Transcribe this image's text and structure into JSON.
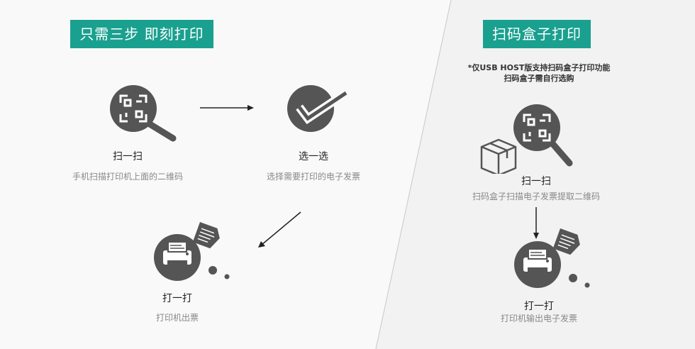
{
  "left_panel": {
    "title": "只需三步 即刻打印",
    "steps": [
      {
        "label": "扫一扫",
        "desc": "手机扫描打印机上面的二维码",
        "icon": "scan-qr-icon"
      },
      {
        "label": "选一选",
        "desc": "选择需要打印的电子发票",
        "icon": "checkmark-icon"
      },
      {
        "label": "打一打",
        "desc": "打印机出票",
        "icon": "printer-icon"
      }
    ]
  },
  "right_panel": {
    "title": "扫码盒子打印",
    "note_line1": "*仅USB HOST版支持扫码盒子打印功能",
    "note_line2": "扫码盒子需自行选购",
    "steps": [
      {
        "label": "扫一扫",
        "desc": "扫码盒子扫描电子发票提取二维码",
        "icon": "scan-box-icon"
      },
      {
        "label": "打一打",
        "desc": "打印机输出电子发票",
        "icon": "printer-icon"
      }
    ]
  },
  "colors": {
    "accent": "#1aa08f",
    "icon": "#555555",
    "text": "#222222",
    "muted": "#888888"
  }
}
